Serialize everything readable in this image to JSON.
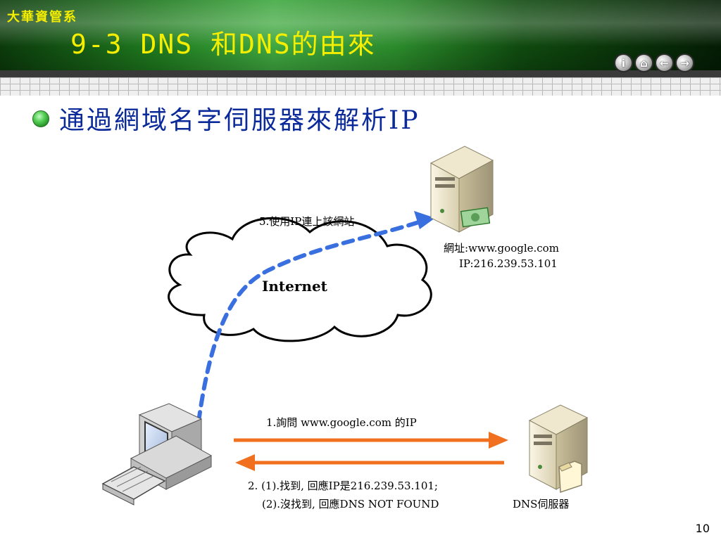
{
  "header": {
    "org": "大華資管系",
    "title": "9-3 DNS 和DNS的由來",
    "nav_icons": [
      "info-icon",
      "home-icon",
      "back-icon",
      "forward-icon"
    ]
  },
  "bullet": {
    "text": "通過網域名字伺服器來解析IP"
  },
  "diagram": {
    "cloud_label": "Internet",
    "step5": "5.使用IP連上該網站",
    "web_server_site": "網址:www.google.com",
    "web_server_ip": "IP:216.239.53.101",
    "step1": "1.詢問 www.google.com 的IP",
    "step2_line1": "2. (1).找到, 回應IP是216.239.53.101;",
    "step2_line2": "(2).沒找到, 回應DNS NOT FOUND",
    "dns_server_label": "DNS伺服器"
  },
  "colors": {
    "title_yellow": "#f6ee00",
    "bullet_blue": "#0a2a9a",
    "arrow_orange": "#f07020",
    "dash_blue": "#3a6fe0"
  },
  "footer": {
    "page_number": "10"
  }
}
